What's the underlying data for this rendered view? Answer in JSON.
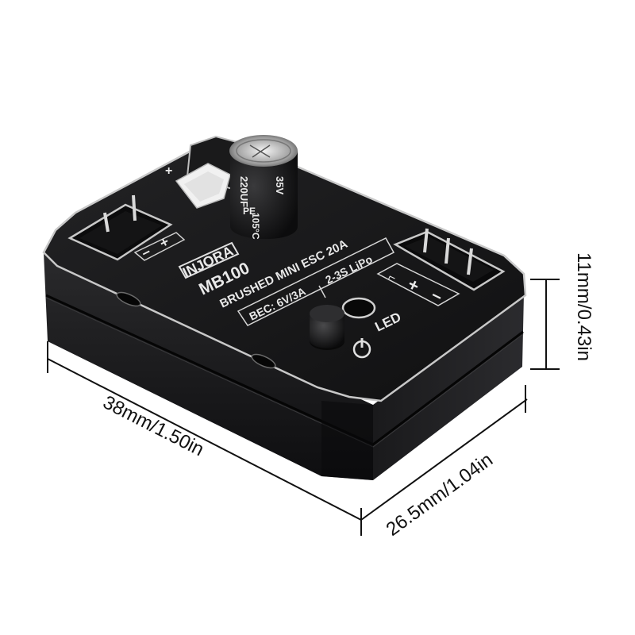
{
  "product": {
    "brand": "INJORA",
    "model": "MB100",
    "description": "BRUSHED MINI ESC 20A",
    "bec": "BEC: 6V/3A",
    "battery": "2-3S LiPo",
    "led_label": "LED",
    "capacitor_text": [
      "220UF",
      "35V",
      "105°C",
      "PE"
    ]
  },
  "dimensions": {
    "length": "38mm/1.50in",
    "width": "26.5mm/1.04in",
    "height": "11mm/0.43in"
  },
  "colors": {
    "body": "#1c1c1e",
    "top_plate": "#151516",
    "edge_highlight": "#bfbfbf",
    "background": "#ffffff"
  }
}
